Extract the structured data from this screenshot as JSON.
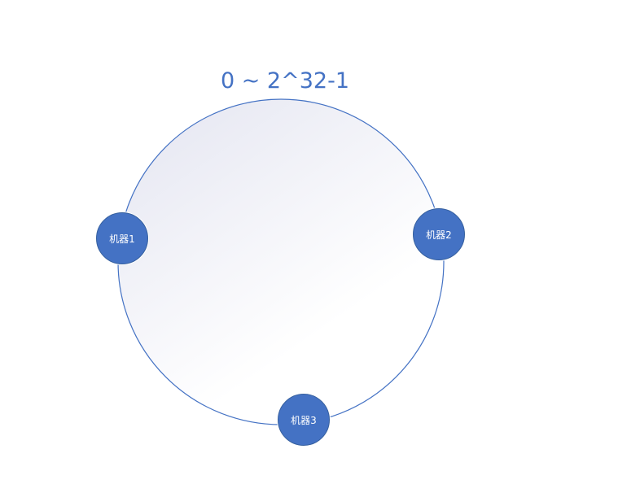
{
  "title": "0 ~ 2^32-1",
  "colors": {
    "title": "#4472c4",
    "ring_stroke": "#4472c4",
    "ring_fill_top": "#e8e9f3",
    "ring_fill_bottom": "#ffffff",
    "node_fill": "#4472c4",
    "node_text": "#ffffff"
  },
  "nodes": [
    {
      "label": "机器1"
    },
    {
      "label": "机器2"
    },
    {
      "label": "机器3"
    }
  ]
}
